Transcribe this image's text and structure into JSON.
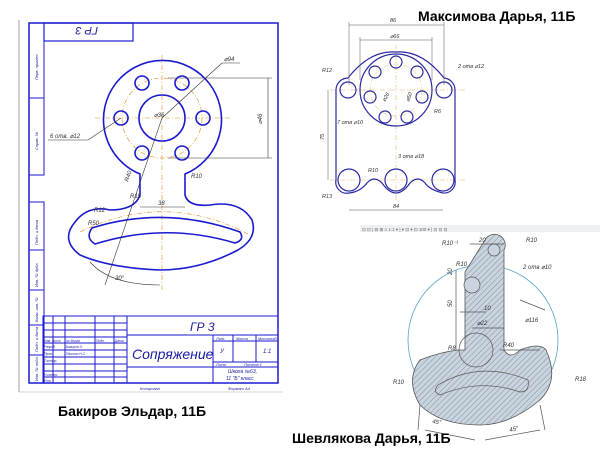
{
  "captions": {
    "bakirov": "Бакиров Эльдар, 11Б",
    "maksimova": "Максимова Дарья, 11Б",
    "shevlyakova": "Шевлякова Дарья, 11Б"
  },
  "drawing1": {
    "sheet_code_mirrored": "ГР 3",
    "dims": {
      "d94": "⌀94",
      "d46": "⌀46",
      "d36": "⌀36",
      "holes": "6 отв. ⌀12",
      "r40": "R40",
      "r10": "R10",
      "r15": "R15",
      "w38": "38",
      "r12": "R12",
      "r50": "R50",
      "angle": "30°"
    },
    "title_block": {
      "code": "ГР 3",
      "name": "Сопряжение",
      "lit_header": "Лит.",
      "mass_header": "Масса",
      "scale_header": "Масштаб",
      "lit": "У",
      "scale": "1:1",
      "sheet": "Лист",
      "sheets": "Листов 1",
      "school": "Школа №63,",
      "class": "11 \"Б\" класс",
      "copied": "Копировал",
      "format": "Формат А4",
      "rows": [
        "Изм. Лист",
        "№ докум.",
        "Подп.",
        "Дата",
        "Разраб.",
        "Бакиров Э.",
        "Пров.",
        "Пашнин Н.С.",
        "Т.контр.",
        "Н.контр.",
        "Утв."
      ]
    },
    "side_labels": [
      "Перв. примен.",
      "Справ. №",
      "Подп. и дата",
      "Инв. № дубл.",
      "Взам. инв. №",
      "Подп. и дата",
      "Инв. № подл."
    ]
  },
  "drawing2": {
    "dims": {
      "w86": "86",
      "d66": "⌀66",
      "r12": "R12",
      "holes2": "2 отв ⌀12",
      "holes7": "7 отв ⌀10",
      "h75": "75",
      "d26": "⌀26",
      "d50": "⌀50",
      "r6": "R6",
      "holes3": "3 отв ⌀18",
      "r10": "R10",
      "r13": "R13",
      "w84": "84"
    }
  },
  "drawing3": {
    "toolbar_text": "⊡ ⊡ | ⊟ ⊞ ≡ 1:1 ▾ | ▾ ⊡ ▾ ⊡ 100 ▾ | ⊡ ⊡ ⊡",
    "dims": {
      "r10a": "R10⁻¹",
      "w20": "20",
      "r10b": "R10",
      "holes2": "2 отв ⌀10",
      "r10c": "R10",
      "h20": "20",
      "h50": "50",
      "w10": "10",
      "d116": "⌀116",
      "d22": "⌀22",
      "r40": "R40",
      "r8": "R8",
      "r10d": "R10",
      "r18": "R18",
      "a45a": "45°",
      "a45b": "45°"
    }
  },
  "colors": {
    "line": "#1a1ad0",
    "axis": "#e08a1e",
    "dim": "#333333",
    "hatch": "#b9c6d2"
  }
}
